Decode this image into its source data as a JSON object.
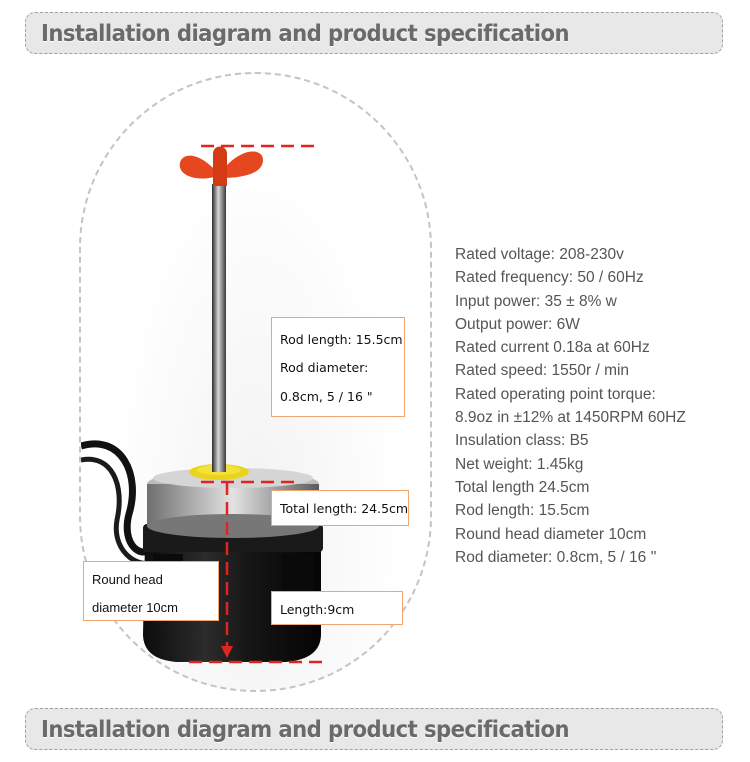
{
  "header": {
    "title": "Installation diagram and product specification"
  },
  "footer": {
    "title": "Installation diagram and product specification"
  },
  "labels": {
    "rod_length": "Rod length: 15.5cm",
    "rod_diameter_label": "Rod diameter:",
    "rod_diameter_value": "0.8cm, 5 / 16 \"",
    "total_length": "Total length: 24.5cm",
    "round_head_1": "Round head",
    "round_head_2": "diameter 10cm",
    "length": "Length:9cm"
  },
  "specs": [
    "Rated voltage: 208-230v",
    "Rated frequency: 50 / 60Hz",
    "Input power: 35 ± 8% w",
    "Output power: 6W",
    "Rated current 0.18a at 60Hz",
    "Rated speed: 1550r / min",
    "Rated operating point torque:",
    "8.9oz in ±12% at 1450RPM 60HZ",
    "Insulation class: B5",
    "Net weight: 1.45kg",
    "Total length 24.5cm",
    "Rod length: 15.5cm",
    "Round head diameter 10cm",
    "Rod diameter: 0.8cm, 5 / 16 ''"
  ],
  "colors": {
    "dimension_line": "#e0251f",
    "label_border": "#f1a670",
    "propeller": "#e5481f",
    "motor_body": "#151515",
    "banner_bg": "#e8e8e8"
  }
}
